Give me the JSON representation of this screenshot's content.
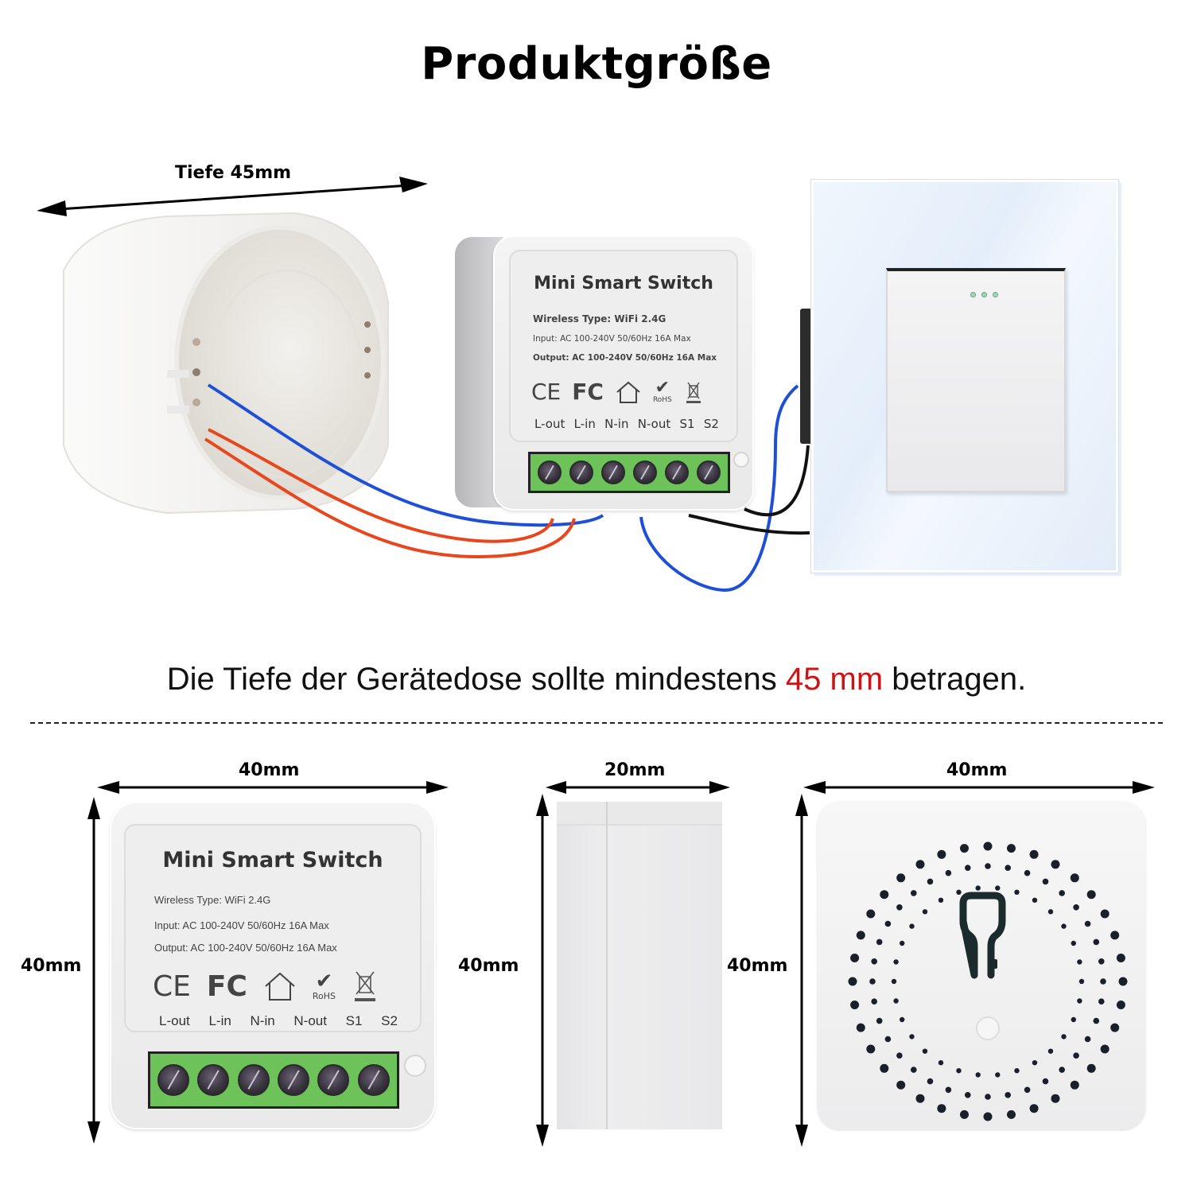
{
  "title": "Produktgröße",
  "top_section": {
    "depth_label": "Tiefe 45mm",
    "module": {
      "name": "Mini Smart Switch",
      "wireless": "Wireless Type: WiFi 2.4G",
      "input": "Input: AC 100-240V 50/60Hz 16A Max",
      "output": "Output: AC 100-240V 50/60Hz 16A Max",
      "certifications": [
        "CE",
        "FC",
        "house-icon",
        "RoHS",
        "weee-bin-icon"
      ],
      "rohs_text": "RoHS",
      "ce_text": "CE",
      "fc_text": "FC",
      "terminals": [
        "L-out",
        "L-in",
        "N-in",
        "N-out",
        "S1",
        "S2"
      ]
    },
    "wire_colors": {
      "blue": "#1f4fd6",
      "red": "#e8461c",
      "black": "#111111"
    }
  },
  "notice": {
    "before": "Die Tiefe der Gerätedose sollte mindestens ",
    "highlight": "45 mm",
    "after": " betragen.",
    "highlight_color": "#cc1414"
  },
  "bottom_section": {
    "front_view": {
      "width_label": "40mm",
      "height_label": "40mm",
      "name": "Mini Smart Switch",
      "wireless": "Wireless Type: WiFi 2.4G",
      "input": "Input: AC 100-240V 50/60Hz 16A Max",
      "output": "Output: AC 100-240V 50/60Hz 16A Max",
      "ce_text": "CE",
      "fc_text": "FC",
      "rohs_text": "RoHS",
      "terminals": [
        "L-out",
        "L-in",
        "N-in",
        "N-out",
        "S1",
        "S2"
      ]
    },
    "side_view": {
      "width_label": "20mm",
      "height_label": "40mm"
    },
    "back_view": {
      "width_label": "40mm",
      "height_label": "40mm"
    }
  }
}
